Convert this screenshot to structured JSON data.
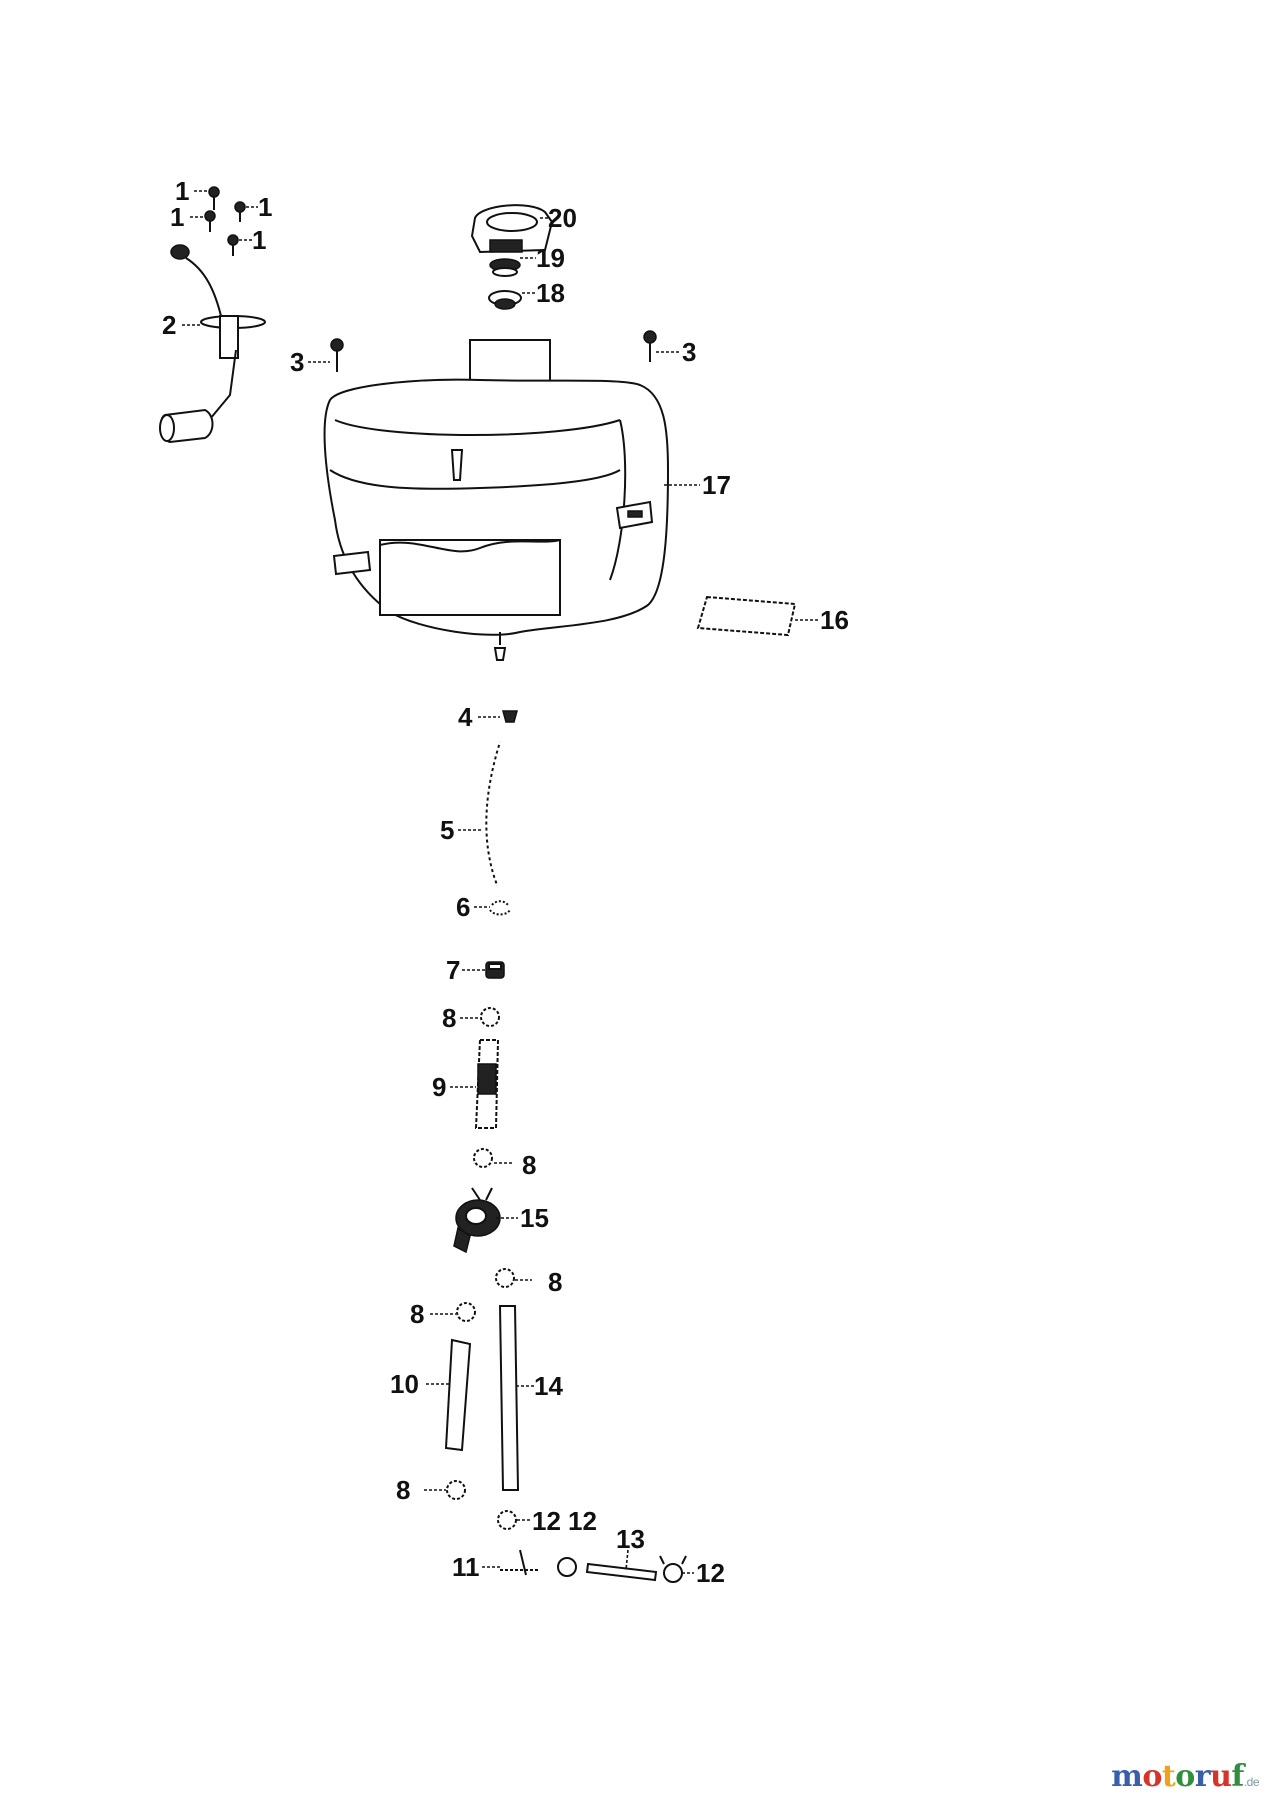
{
  "callouts": {
    "p1": "1",
    "p2": "2",
    "p3": "3",
    "p4": "4",
    "p5": "5",
    "p6": "6",
    "p7": "7",
    "p8": "8",
    "p9": "9",
    "p10": "10",
    "p11": "11",
    "p12": "12",
    "p13": "13",
    "p14": "14",
    "p15": "15",
    "p16": "16",
    "p17": "17",
    "p18": "18",
    "p19": "19",
    "p20": "20"
  },
  "logo": {
    "letters": [
      "m",
      "o",
      "t",
      "o",
      "r",
      "u",
      "f"
    ],
    "colors": [
      "#3a5fa8",
      "#d6332b",
      "#f0a21c",
      "#2f8f3e",
      "#3a5fa8",
      "#d6332b",
      "#2f8f3e"
    ],
    "suffix": ".de"
  }
}
